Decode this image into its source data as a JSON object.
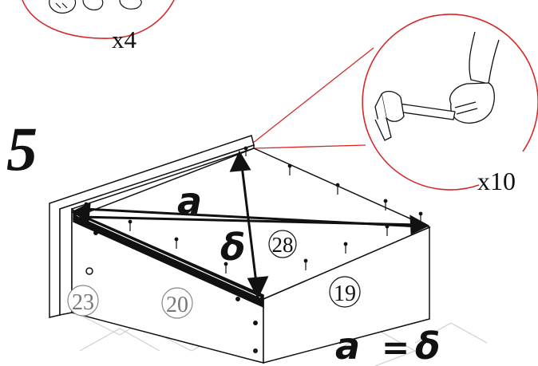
{
  "step": {
    "number": "5"
  },
  "callout_top": {
    "quantity": "x4"
  },
  "callout_hammer": {
    "quantity": "x10"
  },
  "parts": {
    "back_panel": "28",
    "side_panel": "19",
    "front_left": "23",
    "front_mid": "20"
  },
  "labels": {
    "diagonal_a": "a",
    "diagonal_b": "δ",
    "equation_lhs": "a",
    "equation_eq": "=",
    "equation_rhs": "δ"
  },
  "colors": {
    "callout_circle": "#d62a2a",
    "ink": "#111111",
    "watermark": "#c8c8c8"
  }
}
